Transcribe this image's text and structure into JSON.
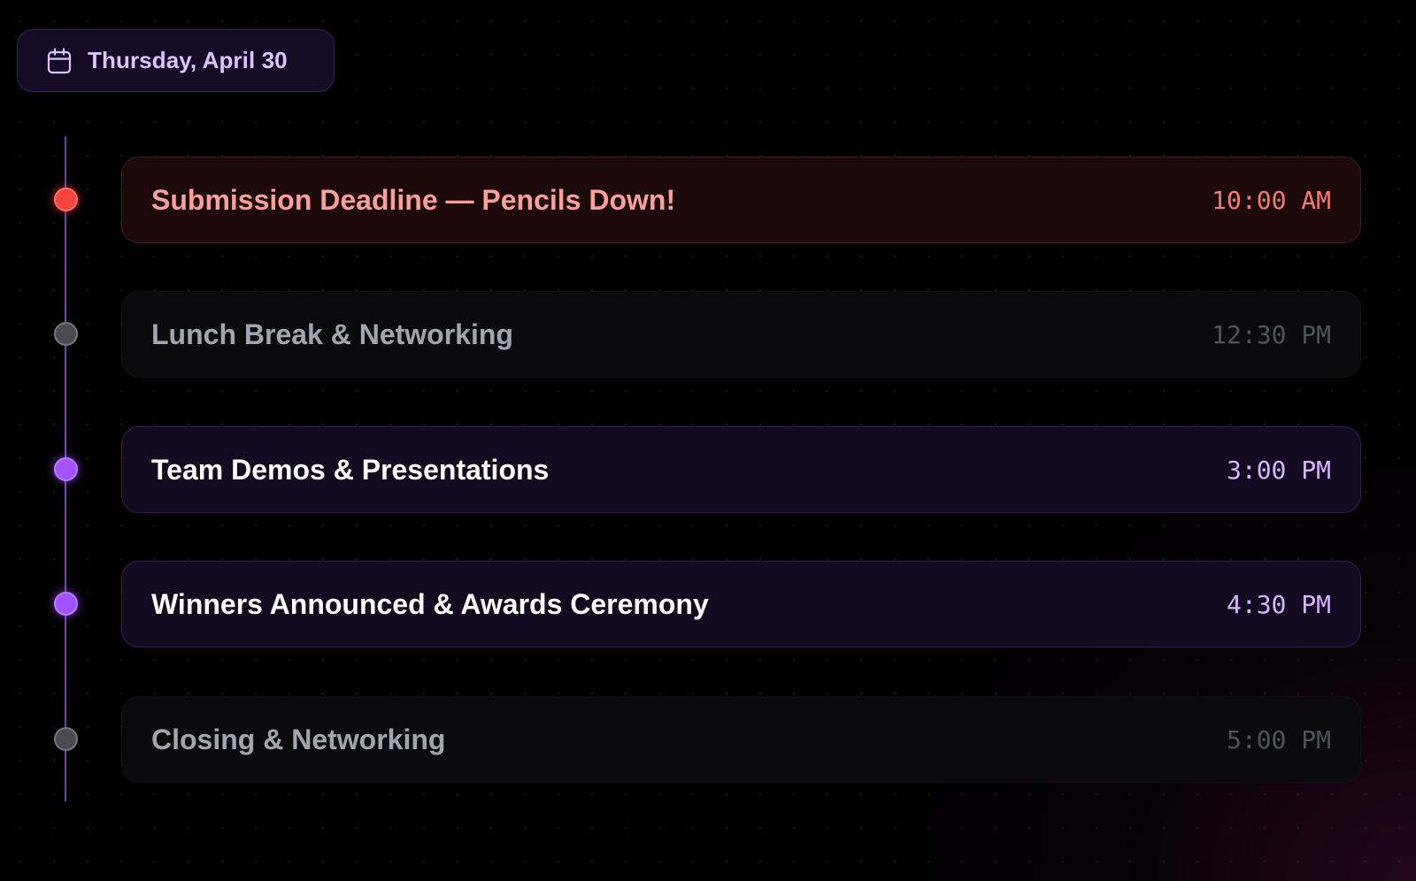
{
  "header": {
    "date_label": "Thursday, April 30",
    "icon": "calendar-icon"
  },
  "colors": {
    "urgent": "#f4453f",
    "active": "#a252ff",
    "past": "#4a4b50",
    "accent_text": "#dcc3ff"
  },
  "events": [
    {
      "title": "Submission Deadline — Pencils Down!",
      "time": "10:00 AM",
      "status": "urgent"
    },
    {
      "title": "Lunch Break & Networking",
      "time": "12:30 PM",
      "status": "past"
    },
    {
      "title": "Team Demos & Presentations",
      "time": "3:00 PM",
      "status": "active"
    },
    {
      "title": "Winners Announced & Awards Ceremony",
      "time": "4:30 PM",
      "status": "active"
    },
    {
      "title": "Closing & Networking",
      "time": "5:00 PM",
      "status": "past"
    }
  ]
}
